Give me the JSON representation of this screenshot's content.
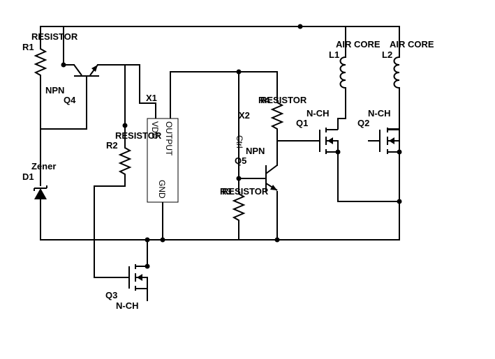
{
  "labels": {
    "r1_type": "RESISTOR",
    "r1_ref": "R1",
    "q4_type": "NPN",
    "q4_ref": "Q4",
    "x1_ref": "X1",
    "x1_pin_vdd": "VDD",
    "x1_pin_output": "OUTPUT",
    "x1_pin_gnd": "GND",
    "r2_type": "RESISTOR",
    "r2_ref": "R2",
    "d1_type": "Zener",
    "d1_ref": "D1",
    "x2_ref": "X2",
    "x2_pin": "Ctrl",
    "r4_ref": "R4",
    "r4_type": "RESISTOR",
    "q5_type": "NPN",
    "q5_ref": "Q5",
    "r3_ref": "R3",
    "r3_type": "RESISTOR",
    "l1_type": "AIR CORE",
    "l1_ref": "L1",
    "l2_type": "AIR CORE",
    "l2_ref": "L2",
    "q1_type": "N-CH",
    "q1_ref": "Q1",
    "q2_type": "N-CH",
    "q2_ref": "Q2",
    "q3_ref": "Q3",
    "q3_type": "N-CH"
  }
}
